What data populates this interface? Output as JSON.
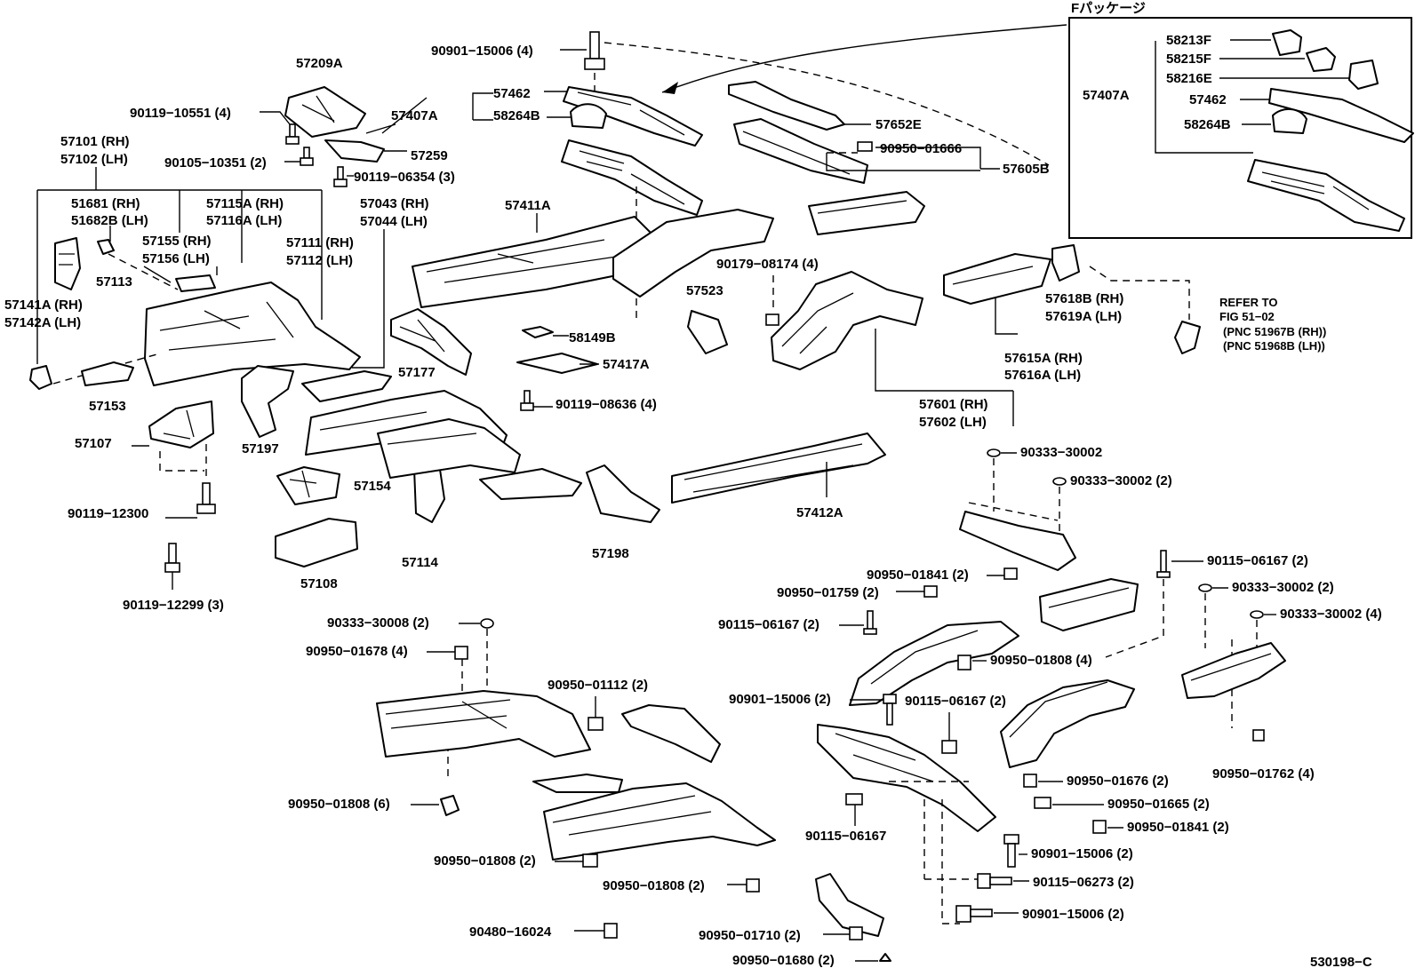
{
  "diagram": {
    "drawing_code": "530198−C",
    "package_box_title": "Fパッケージ",
    "labels": {
      "p57209A": "57209A",
      "p90119_10551": "90119−10551 (4)",
      "p57407A_main": "57407A",
      "p57259": "57259",
      "p90105_10351": "90105−10351 (2)",
      "p90119_06354": "90119−06354 (3)",
      "p57101": "57101 (RH)",
      "p57102": "57102 (LH)",
      "p51681": "51681   (RH)",
      "p51682B": "51682B (LH)",
      "p57115A": "57115A (RH)",
      "p57116A": "57116A (LH)",
      "p57043": "57043 (RH)",
      "p57044": "57044 (LH)",
      "p57155": "57155 (RH)",
      "p57156": "57156 (LH)",
      "p57111": "57111 (RH)",
      "p57112": "57112 (LH)",
      "p57113": "57113",
      "p57141A": "57141A (RH)",
      "p57142A": "57142A (LH)",
      "p57153": "57153",
      "p57107": "57107",
      "p57197": "57197",
      "p57177": "57177",
      "p90119_12300": "90119−12300",
      "p57154": "57154",
      "p90119_12299": "90119−12299 (3)",
      "p57108": "57108",
      "p57114": "57114",
      "p57198": "57198",
      "p90901_15006_top": "90901−15006 (4)",
      "p57462_main": "57462",
      "p58264B_main": "58264B",
      "p57411A": "57411A",
      "p58149B": "58149B",
      "p57417A": "57417A",
      "p90119_08636": "90119−08636 (4)",
      "p57652E": "57652E",
      "p90950_01666": "90950−01666",
      "p57605B": "57605B",
      "p90179_08174": "90179−08174 (4)",
      "p57523": "57523",
      "p57618B": "57618B (RH)",
      "p57619A": "57619A (LH)",
      "p57615A": "57615A (RH)",
      "p57616A": "57616A (LH)",
      "p57601": "57601 (RH)",
      "p57602": "57602 (LH)",
      "p57412A": "57412A",
      "refer_line1": "REFER TO",
      "refer_line2": "FIG 51−02",
      "refer_line3": "(PNC 51967B (RH))",
      "refer_line4": "(PNC 51968B (LH))",
      "box_58213F": "58213F",
      "box_58215F": "58215F",
      "box_58216E": "58216E",
      "box_57407A": "57407A",
      "box_57462": "57462",
      "box_58264B": "58264B",
      "p90333_30002_a": "90333−30002",
      "p90333_30002_b": "90333−30002 (2)",
      "p90950_01841_a": "90950−01841 (2)",
      "p90115_06167_a": "90115−06167 (2)",
      "p90333_30002_c": "90333−30002 (2)",
      "p90333_30002_d": "90333−30002 (4)",
      "p90950_01759": "90950−01759 (2)",
      "p90115_06167_b": "90115−06167 (2)",
      "p90950_01808_a": "90950−01808 (4)",
      "p90901_15006_b": "90901−15006 (2)",
      "p90115_06167_c": "90115−06167 (2)",
      "p90950_01676": "90950−01676 (2)",
      "p90950_01762": "90950−01762 (4)",
      "p90950_01665": "90950−01665 (2)",
      "p90115_06167_d": "90115−06167",
      "p90950_01841_b": "90950−01841 (2)",
      "p90901_15006_c": "90901−15006 (2)",
      "p90115_06273": "90115−06273 (2)",
      "p90901_15006_d": "90901−15006 (2)",
      "p90950_01710": "90950−01710 (2)",
      "p90950_01680": "90950−01680 (2)",
      "p90333_30008": "90333−30008 (2)",
      "p90950_01678": "90950−01678 (4)",
      "p90950_01112": "90950−01112 (2)",
      "p90950_01808_b": "90950−01808 (6)",
      "p90950_01808_c": "90950−01808 (2)",
      "p90950_01808_d": "90950−01808 (2)",
      "p90480_16024": "90480−16024"
    }
  }
}
